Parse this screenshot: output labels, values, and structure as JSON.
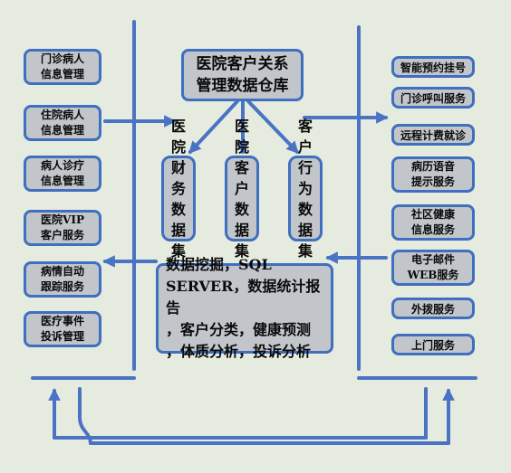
{
  "left_modules": [
    "门诊病人\n信息管理",
    "住院病人\n信息管理",
    "病人诊疗\n信息管理",
    "医院VIP\n客户服务",
    "病情自动\n跟踪服务",
    "医疗事件\n投诉管理"
  ],
  "warehouse": "医院客户关系\n管理数据仓库",
  "data_marts": [
    "医\n院\n财\n务\n数\n据\n集\n市",
    "医\n院\n客\n户\n数\n据\n集\n市",
    "客\n户\n行\n为\n数\n据\n集\n市"
  ],
  "mining": "数据挖掘，SQL\nSERVER，数据统计报告\n，客户分类，健康预测\n，体质分析，投诉分析",
  "right_services": [
    "智能预约挂号",
    "门诊呼叫服务",
    "远程计费就诊",
    "病历语音\n提示服务",
    "社区健康\n信息服务",
    "电子邮件\nWEB服务",
    "外拨服务",
    "上门服务"
  ],
  "colors": {
    "line": "#4a73c5",
    "border": "#3f6fbf",
    "box_fill": "#c2c6cb",
    "background": "#e6ebdf"
  }
}
